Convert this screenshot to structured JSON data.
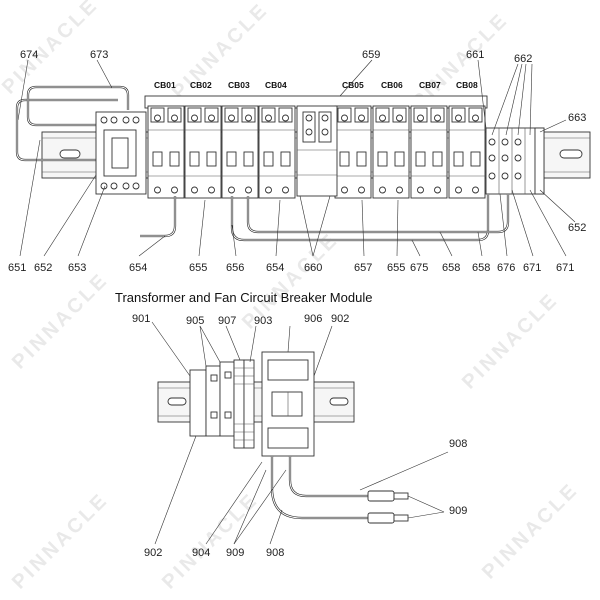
{
  "watermark": {
    "brand": "PINNACLE",
    "tagline": ""
  },
  "module_title": "Transformer and Fan Circuit Breaker Module",
  "breakers": [
    "CB01",
    "CB02",
    "CB03",
    "CB04",
    "CB05",
    "CB06",
    "CB07",
    "CB08"
  ],
  "callouts_top": {
    "c674": "674",
    "c673": "673",
    "c659": "659",
    "c661": "661",
    "c662": "662",
    "c663": "663",
    "c651": "651",
    "c652a": "652",
    "c653": "653",
    "c654a": "654",
    "c655a": "655",
    "c656": "656",
    "c654b": "654",
    "c660": "660",
    "c657": "657",
    "c655b": "655",
    "c675": "675",
    "c658a": "658",
    "c658b": "658",
    "c676": "676",
    "c671a": "671",
    "c671b": "671",
    "c652b": "652"
  },
  "callouts_bottom": {
    "c901": "901",
    "c905": "905",
    "c907": "907",
    "c903": "903",
    "c906": "906",
    "c902a": "902",
    "c908a": "908",
    "c909a": "909",
    "c902b": "902",
    "c904": "904",
    "c909b": "909",
    "c908b": "908"
  }
}
